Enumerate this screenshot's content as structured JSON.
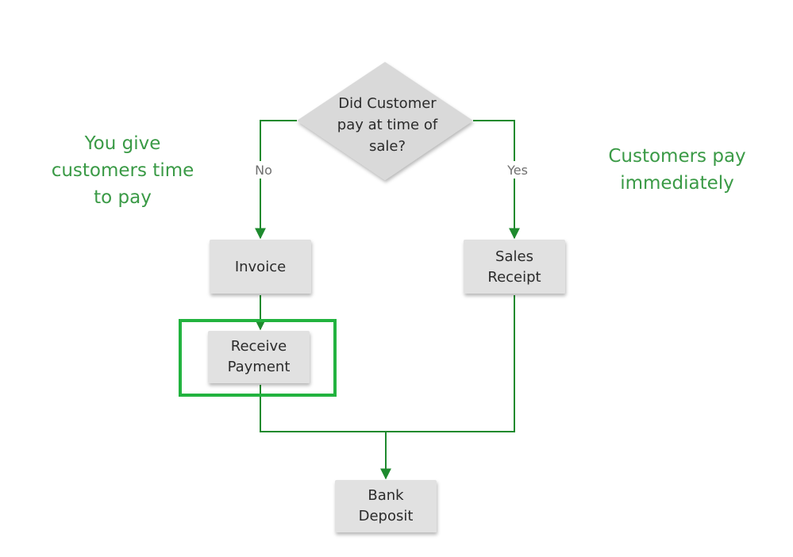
{
  "decision": {
    "lines": [
      "Did Customer",
      "pay at time of",
      "sale?"
    ]
  },
  "branches": {
    "no_label": "No",
    "yes_label": "Yes"
  },
  "nodes": {
    "invoice": [
      "Invoice"
    ],
    "sales_receipt": [
      "Sales",
      "Receipt"
    ],
    "receive_payment": [
      "Receive",
      "Payment"
    ],
    "bank_deposit": [
      "Bank",
      "Deposit"
    ]
  },
  "annotations": {
    "left": [
      "You give",
      "customers time",
      "to pay"
    ],
    "right": [
      "Customers pay",
      "immediately"
    ]
  },
  "colors": {
    "accent": "#1e8a2e",
    "annotation_text": "#3a9a46",
    "node_fill": "#e1e1e1",
    "highlight": "#22b33f"
  }
}
